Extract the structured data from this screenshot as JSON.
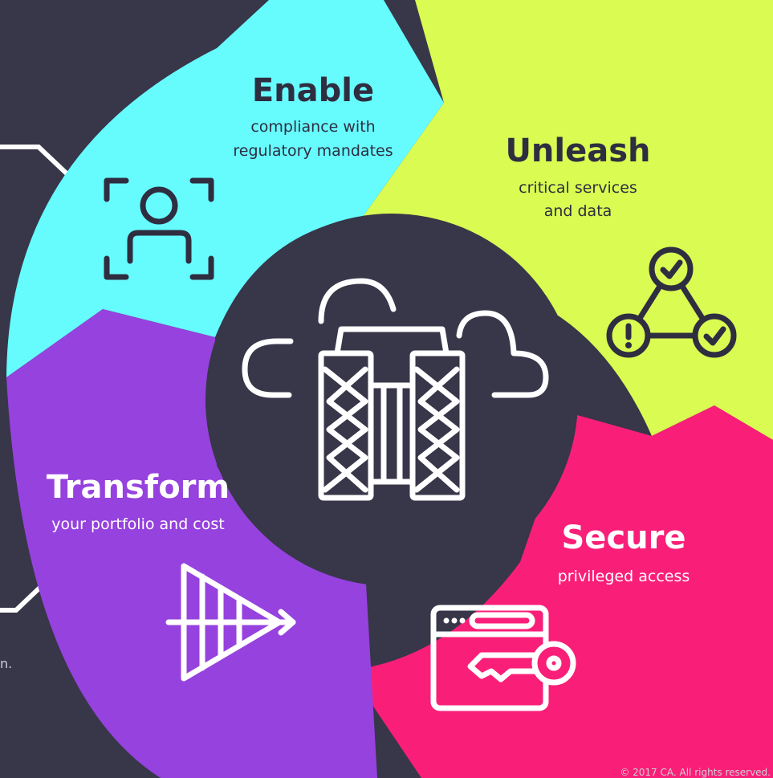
{
  "colors": {
    "background": "#383649",
    "enable": "#66fbfd",
    "unleash": "#d9fb52",
    "secure": "#f91f78",
    "transform": "#9642de",
    "hub": "#383649"
  },
  "segments": {
    "enable": {
      "title": "Enable",
      "line1": "compliance with",
      "line2": "regulatory mandates",
      "icon": "user-scan-icon"
    },
    "unleash": {
      "title": "Unleash",
      "line1": "critical services",
      "line2": "and data",
      "icon": "network-check-icon"
    },
    "secure": {
      "title": "Secure",
      "line1": "privileged access",
      "icon": "key-browser-icon"
    },
    "transform": {
      "title": "Transform",
      "line1": "your portfolio and cost",
      "icon": "arrow-triangle-icon"
    }
  },
  "hub": {
    "icon": "cloud-mainframe-icon"
  },
  "footer": {
    "copyright": "© 2017 CA. All rights reserved.",
    "edge_fragment": "n."
  }
}
